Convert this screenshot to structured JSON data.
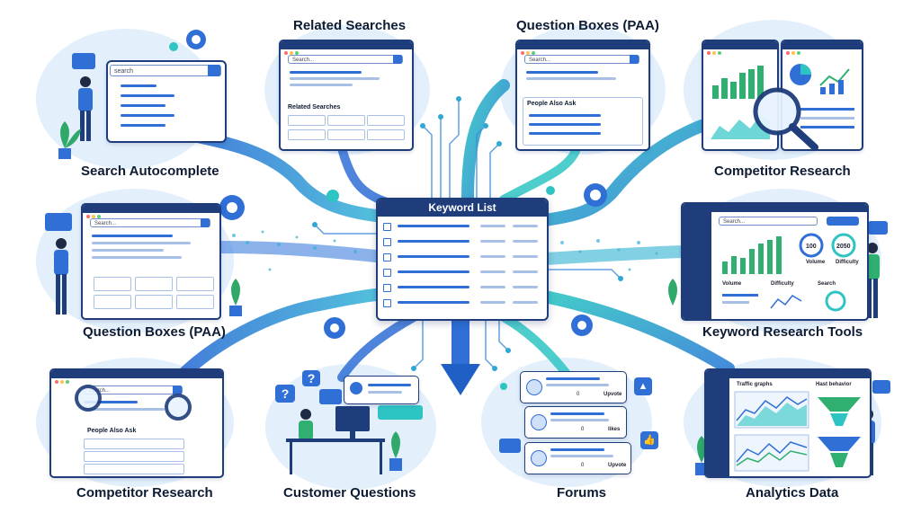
{
  "center": {
    "title": "Keyword List"
  },
  "sources": {
    "search_autocomplete": {
      "label": "Search Autocomplete",
      "search_text": "search"
    },
    "related_searches": {
      "label": "Related Searches",
      "search_placeholder": "Search...",
      "section_title": "Related Searches"
    },
    "question_boxes_top": {
      "label": "Question Boxes (PAA)",
      "search_placeholder": "Search...",
      "section_title": "People Also Ask"
    },
    "competitor_research_top": {
      "label": "Competitor Research"
    },
    "question_boxes_left": {
      "label": "Question Boxes (PAA)",
      "search_placeholder": "Search..."
    },
    "keyword_research_tools": {
      "label": "Keyword Research Tools",
      "search_placeholder": "Search...",
      "gauge_1_value": "100",
      "gauge_2_value": "2050",
      "gauge_1_label": "Volume",
      "gauge_2_label": "Difficulty",
      "panel_1_title": "Volume",
      "panel_2_title": "Difficulty",
      "panel_3_title": "Search"
    },
    "competitor_research_bottom": {
      "label": "Competitor Research",
      "search_placeholder": "Search...",
      "section_title": "People Also Ask"
    },
    "customer_questions": {
      "label": "Customer Questions"
    },
    "forums": {
      "label": "Forums",
      "post_1_count": "0",
      "post_1_action": "Upvote",
      "post_2_count": "0",
      "post_2_action": "likes",
      "post_3_count": "0",
      "post_3_action": "Upvote"
    },
    "analytics_data": {
      "label": "Analytics Data",
      "panel_1_title": "Traffic graphs",
      "panel_2_title": "Hast behavior"
    }
  },
  "colors": {
    "navy": "#1f3d7a",
    "blue": "#2f6fd6",
    "teal": "#2fc4c4",
    "light_blue": "#dcecfb"
  }
}
